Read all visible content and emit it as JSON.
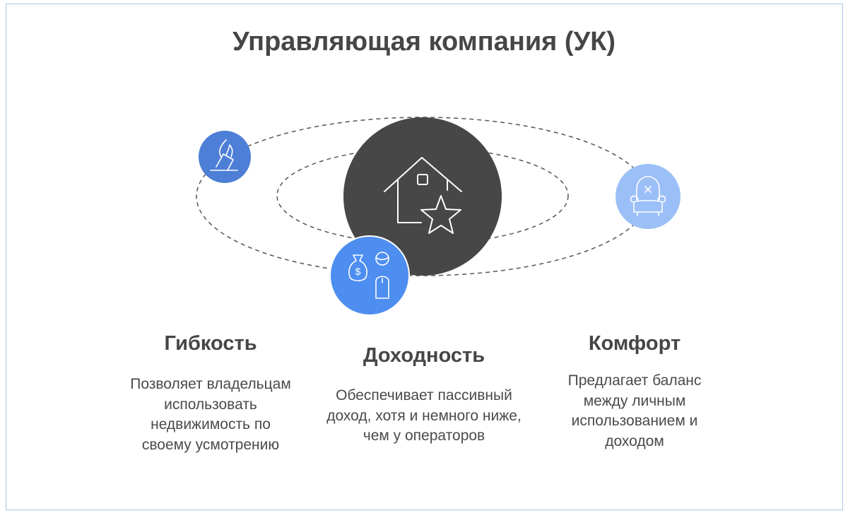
{
  "title": "Управляющая компания (УК)",
  "colors": {
    "frame_border": "#a8c4e6",
    "center_circle": "#474747",
    "flexibility_circle": "#4d7fd6",
    "income_circle": "#4d8ef0",
    "comfort_circle": "#9bbff7",
    "text": "#464646",
    "dashes": "#555555"
  },
  "center": {
    "icon": "house-star-icon"
  },
  "items": [
    {
      "key": "flexibility",
      "icon": "hand-card-icon",
      "heading": "Гибкость",
      "text": "Позволяет владельцам использовать недвижимость по своему усмотрению"
    },
    {
      "key": "income",
      "icon": "money-bag-person-icon",
      "heading": "Доходность",
      "text": "Обеспечивает пассивный доход, хотя и немного ниже, чем у операторов"
    },
    {
      "key": "comfort",
      "icon": "armchair-icon",
      "heading": "Комфорт",
      "text": "Предлагает баланс между личным использованием и доходом"
    }
  ]
}
